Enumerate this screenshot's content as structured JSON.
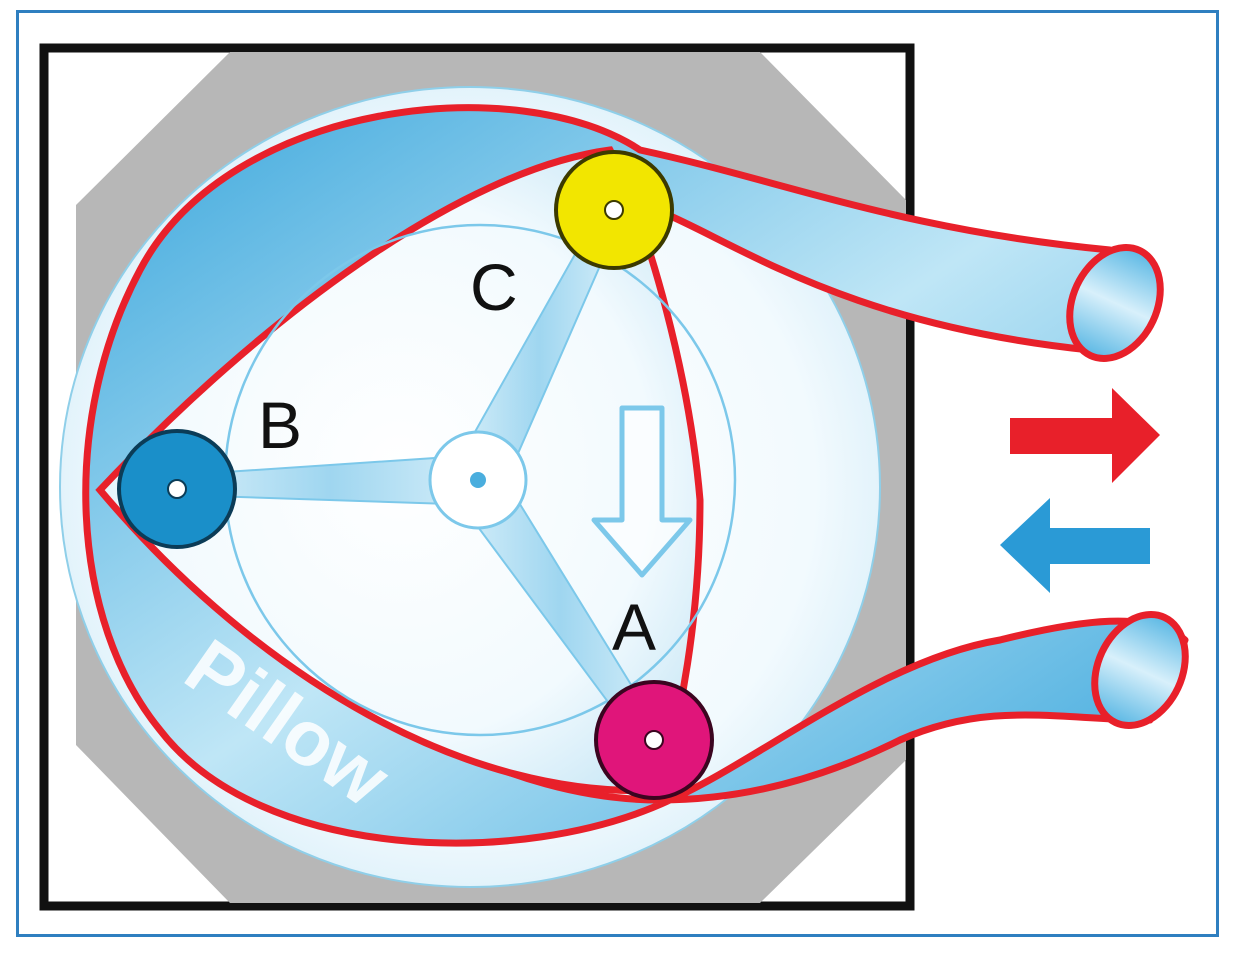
{
  "labels": {
    "roller_a": "A",
    "roller_b": "B",
    "roller_c": "C",
    "pillow": "Pillow"
  },
  "colors": {
    "frame_border": "#2f7fc0",
    "housing_outline": "#111111",
    "housing_fill": "#b7b7b7",
    "tube_outline": "#e8202a",
    "tube_fill": "#7cc8ea",
    "roller_a": "#e0157a",
    "roller_b": "#1a8fc9",
    "roller_c": "#f2e600",
    "arrow_out": "#e8202a",
    "arrow_in": "#2a9ad6"
  },
  "icons": {
    "arrow_right": "flow-out-arrow-icon",
    "arrow_left": "flow-in-arrow-icon",
    "rotation_arrow": "rotation-direction-icon"
  }
}
